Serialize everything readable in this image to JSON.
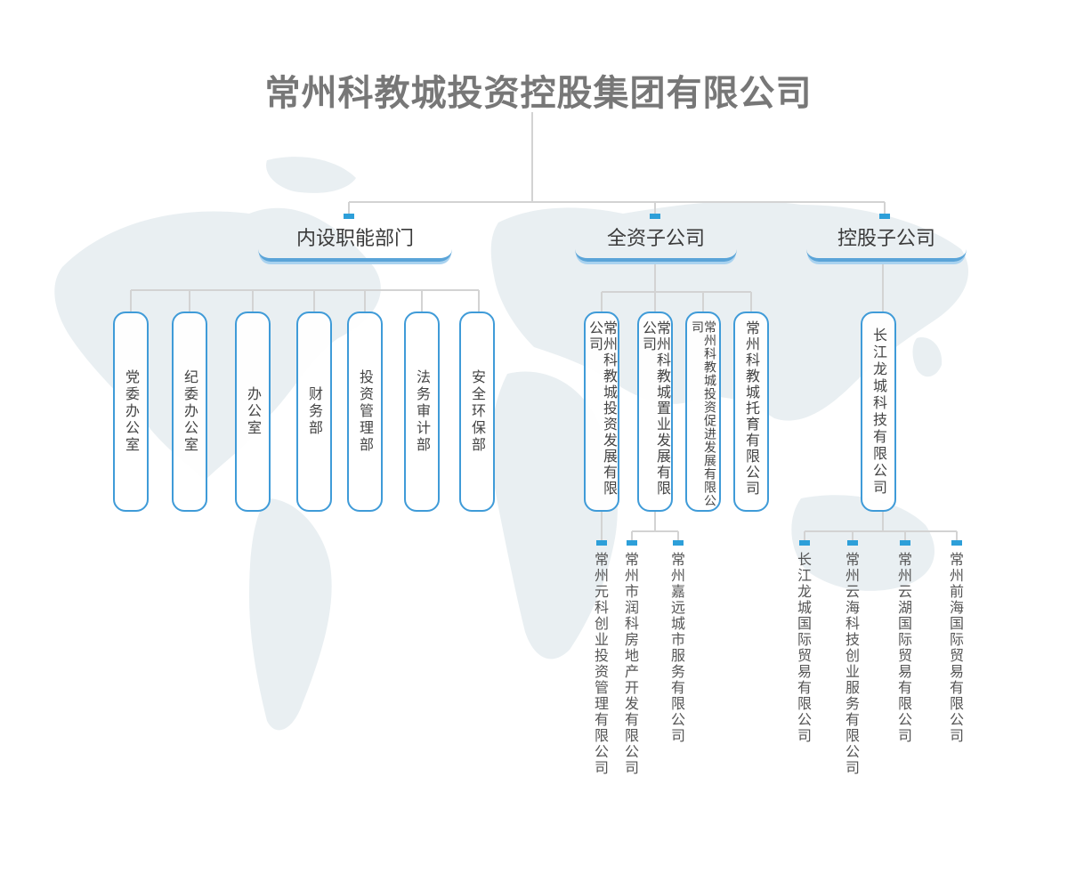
{
  "title": "常州科教城投资控股集团有限公司",
  "colors": {
    "accent": "#3f9bd8",
    "connector": "#d3d3d3",
    "node_marker": "#2d9fd9"
  },
  "categories": [
    {
      "label": "内设职能部门"
    },
    {
      "label": "全资子公司"
    },
    {
      "label": "控股子公司"
    }
  ],
  "departments": [
    "党委办公室",
    "纪委办公室",
    "办公室",
    "财务部",
    "投资管理部",
    "法务审计部",
    "安全环保部"
  ],
  "wholly_owned": [
    "常州科教城投资发展有限公司",
    "常州科教城置业发展有限公司",
    "常州科教城投资促进发展有限公司",
    "常州科教城托育有限公司"
  ],
  "wholly_owned_subsidiaries": [
    "常州元科创业投资管理有限公司",
    "常州市润科房地产开发有限公司",
    "常州嘉远城市服务有限公司"
  ],
  "holding": [
    "长江龙城科技有限公司"
  ],
  "holding_subsidiaries": [
    "长江龙城国际贸易有限公司",
    "常州云海科技创业服务有限公司",
    "常州云湖国际贸易有限公司",
    "常州前海国际贸易有限公司"
  ]
}
